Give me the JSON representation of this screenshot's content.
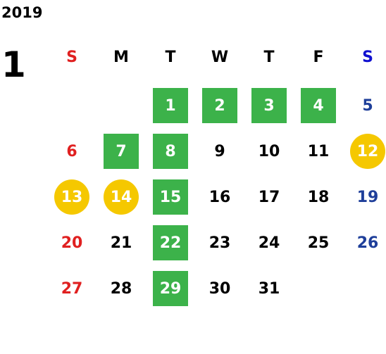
{
  "calendar": {
    "year": "2019",
    "month": "1",
    "weekdays": [
      "S",
      "M",
      "T",
      "W",
      "T",
      "F",
      "S"
    ],
    "colors": {
      "sunday": "#e02020",
      "saturday": "#1f3f9a",
      "green_highlight": "#3cb24a",
      "yellow_highlight": "#f5c800"
    },
    "weeks": [
      [
        "",
        "",
        "1",
        "2",
        "3",
        "4",
        "5"
      ],
      [
        "6",
        "7",
        "8",
        "9",
        "10",
        "11",
        "12"
      ],
      [
        "13",
        "14",
        "15",
        "16",
        "17",
        "18",
        "19"
      ],
      [
        "20",
        "21",
        "22",
        "23",
        "24",
        "25",
        "26"
      ],
      [
        "27",
        "28",
        "29",
        "30",
        "31",
        "",
        ""
      ]
    ],
    "green_days": [
      "1",
      "2",
      "3",
      "4",
      "7",
      "8",
      "15",
      "22",
      "29"
    ],
    "yellow_days": [
      "12",
      "13",
      "14"
    ]
  }
}
